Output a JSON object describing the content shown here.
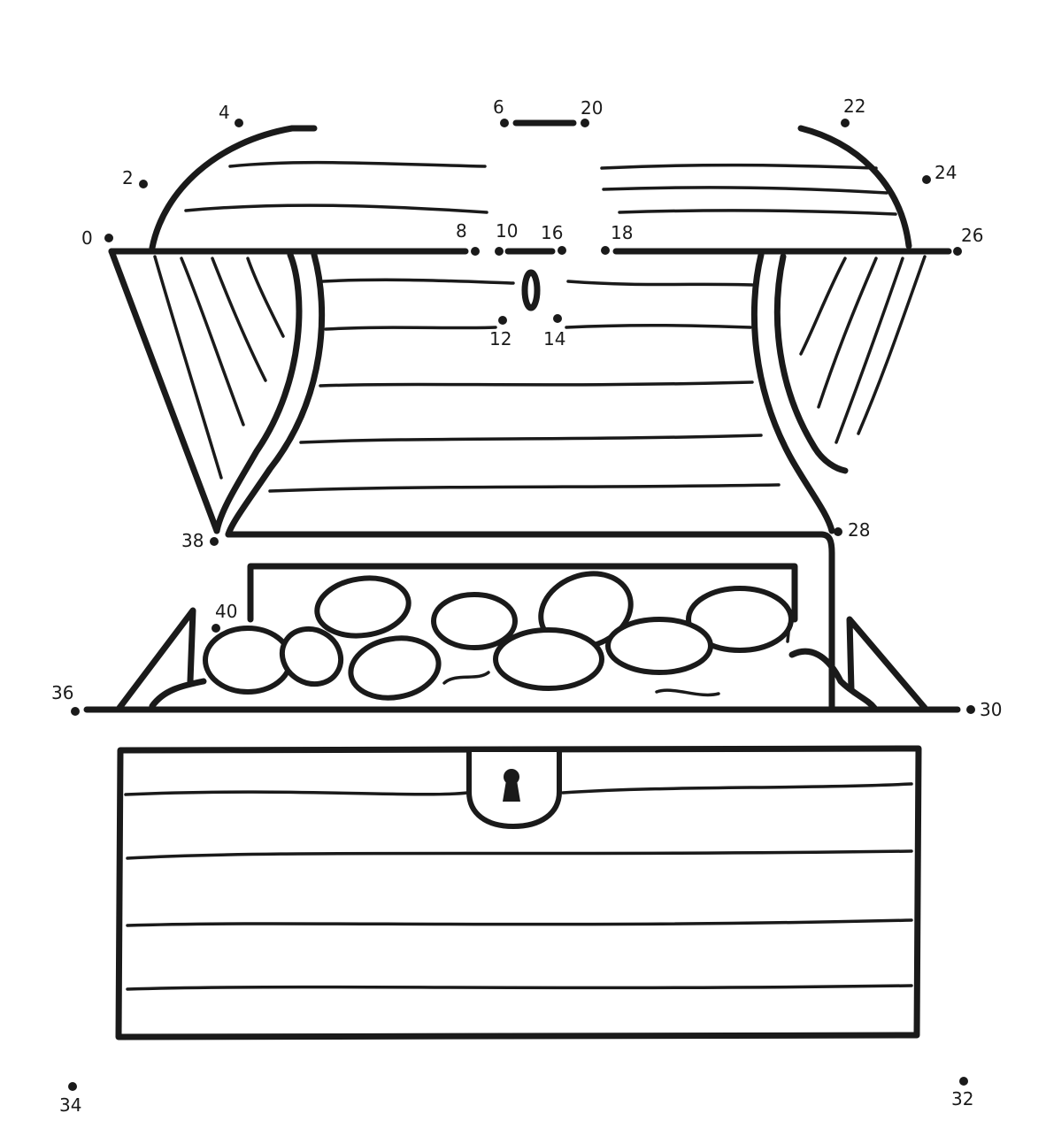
{
  "ink_color": "#1a1a1a",
  "background_color": "#ffffff",
  "dots": [
    {
      "label": "0"
    },
    {
      "label": "2"
    },
    {
      "label": "4"
    },
    {
      "label": "6"
    },
    {
      "label": "8"
    },
    {
      "label": "10"
    },
    {
      "label": "12"
    },
    {
      "label": "14"
    },
    {
      "label": "16"
    },
    {
      "label": "18"
    },
    {
      "label": "20"
    },
    {
      "label": "22"
    },
    {
      "label": "24"
    },
    {
      "label": "26"
    },
    {
      "label": "28"
    },
    {
      "label": "30"
    },
    {
      "label": "32"
    },
    {
      "label": "34"
    },
    {
      "label": "36"
    },
    {
      "label": "38"
    },
    {
      "label": "40"
    }
  ]
}
